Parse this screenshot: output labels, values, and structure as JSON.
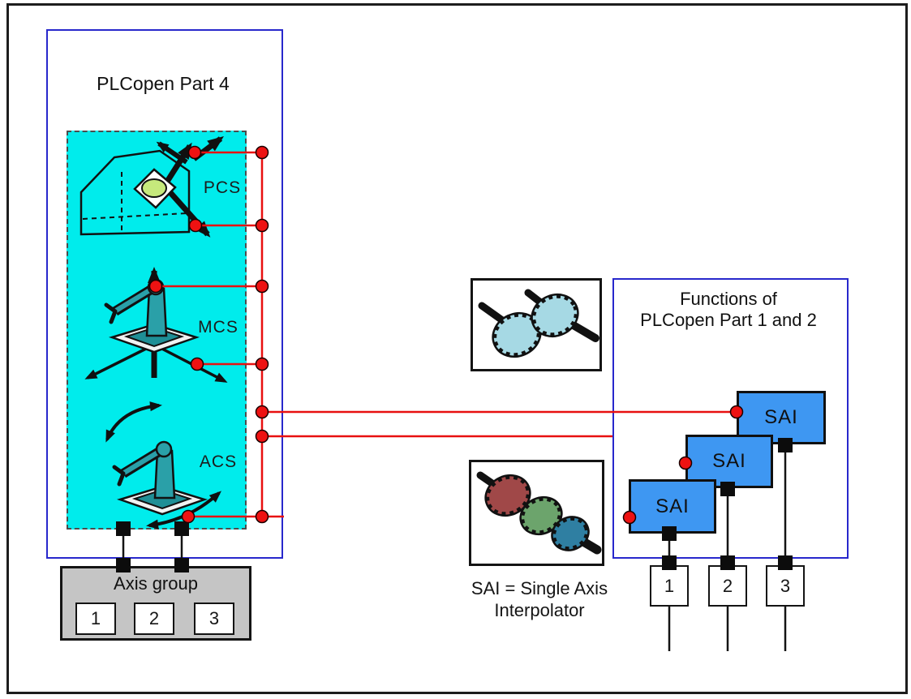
{
  "left_panel": {
    "title": "PLCopen Part 4",
    "labels": {
      "pcs": "PCS",
      "mcs": "MCS",
      "acs": "ACS"
    }
  },
  "axis_group": {
    "title": "Axis group",
    "axes": [
      {
        "label": "1"
      },
      {
        "label": "2"
      },
      {
        "label": "3"
      }
    ]
  },
  "right_panel": {
    "title_line1": "Functions of",
    "title_line2": "PLCopen Part 1 and 2",
    "sai_blocks": [
      {
        "label": "SAI"
      },
      {
        "label": "SAI"
      },
      {
        "label": "SAI"
      }
    ],
    "axis_outputs": [
      {
        "label": "1"
      },
      {
        "label": "2"
      },
      {
        "label": "3"
      }
    ]
  },
  "legend": {
    "line1": "SAI = Single Axis",
    "line2": "Interpolator"
  },
  "icons": {
    "top_gear_box": "two-meshing-gears-icon",
    "bottom_gear_box": "three-gears-shaft-icon",
    "mcs_robot": "robot-arm-icon",
    "acs_robot": "robot-arm-icon",
    "pcs_workpiece": "workpiece-coordinate-icon"
  },
  "colors": {
    "panel_border": "#2828cc",
    "highlight_cyan": "#00ecec",
    "sai_blue": "#3e97f2",
    "connector_red": "#e81010",
    "axis_group_gray": "#c5c5c5",
    "gear_light_blue": "#a6d9e4",
    "gear_red": "#a04848",
    "gear_green": "#6ca46c",
    "gear_blue": "#2f7fa2"
  }
}
